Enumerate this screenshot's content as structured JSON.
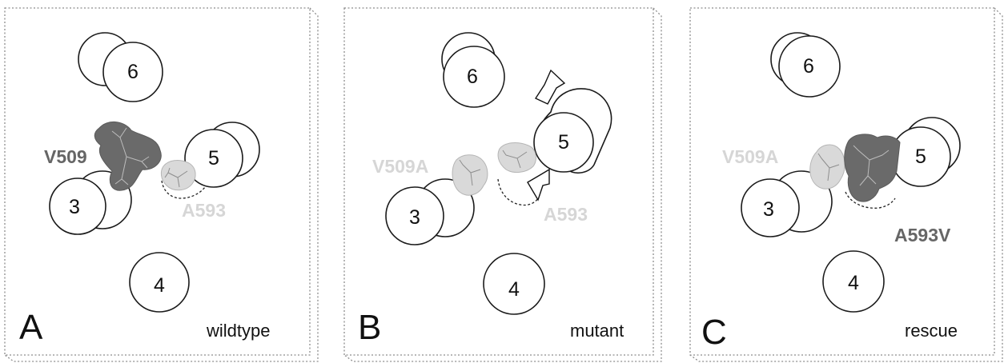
{
  "panels": [
    {
      "letter": "A",
      "caption": "wildtype",
      "helices": [
        "6",
        "5",
        "3",
        "4"
      ],
      "residue_v": "V509",
      "residue_a": "A593"
    },
    {
      "letter": "B",
      "caption": "mutant",
      "helices": [
        "6",
        "5",
        "3",
        "4"
      ],
      "residue_v": "V509A",
      "residue_a": "A593"
    },
    {
      "letter": "C",
      "caption": "rescue",
      "helices": [
        "6",
        "5",
        "3",
        "4"
      ],
      "residue_v": "V509A",
      "residue_a": "A593V"
    }
  ],
  "colors": {
    "large_residue": "#6a6a6a",
    "small_residue": "#d9d9d9",
    "dark_label": "#666666",
    "light_label": "#d6d6d6"
  }
}
